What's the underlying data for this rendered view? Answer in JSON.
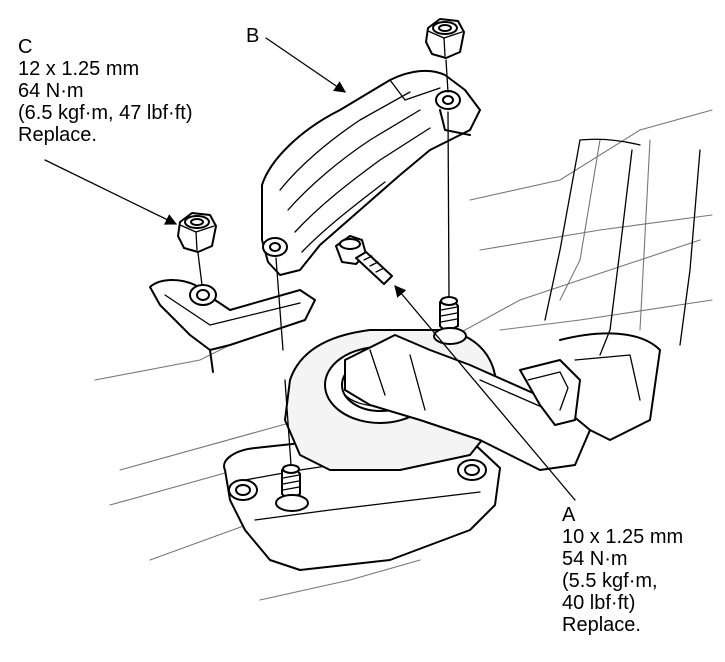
{
  "callouts": {
    "c": {
      "letter": "C",
      "size": "12 x 1.25 mm",
      "torque_nm": "64 N·m",
      "torque_alt": "(6.5 kgf·m, 47 lbf·ft)",
      "note": "Replace."
    },
    "b": {
      "letter": "B"
    },
    "a": {
      "letter": "A",
      "size": "10 x 1.25 mm",
      "torque_nm": "54 N·m",
      "torque_alt_1": "(5.5 kgf·m,",
      "torque_alt_2": "40 lbf·ft)",
      "note": "Replace."
    }
  }
}
